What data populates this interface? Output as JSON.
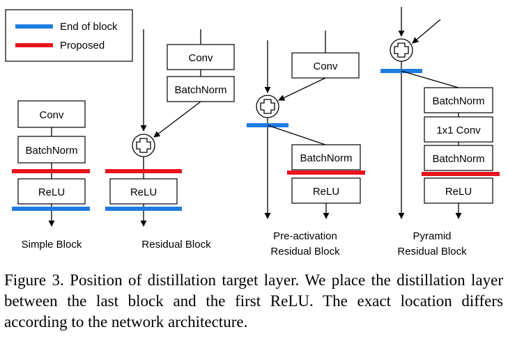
{
  "legend": {
    "end_of_block": {
      "label": "End of block",
      "color": "#1e7be0"
    },
    "proposed": {
      "label": "Proposed",
      "color": "#e8141e"
    }
  },
  "blocks": {
    "simple": {
      "label": "Simple Block",
      "conv": "Conv",
      "batchnorm": "BatchNorm",
      "relu": "ReLU"
    },
    "residual": {
      "label": "Residual Block",
      "conv": "Conv",
      "batchnorm": "BatchNorm",
      "relu": "ReLU"
    },
    "preact": {
      "label_line1": "Pre-activation",
      "label_line2": "Residual Block",
      "conv": "Conv",
      "batchnorm": "BatchNorm",
      "relu": "ReLU"
    },
    "pyramid": {
      "label_line1": "Pyramid",
      "label_line2": "Residual Block",
      "batchnorm_top": "BatchNorm",
      "conv1x1": "1x1 Conv",
      "batchnorm_bottom": "BatchNorm",
      "relu": "ReLU"
    }
  },
  "caption": "Figure 3. Position of distillation target layer. We place the distillation layer between the last block and the first ReLU. The exact location differs according to the network architecture."
}
